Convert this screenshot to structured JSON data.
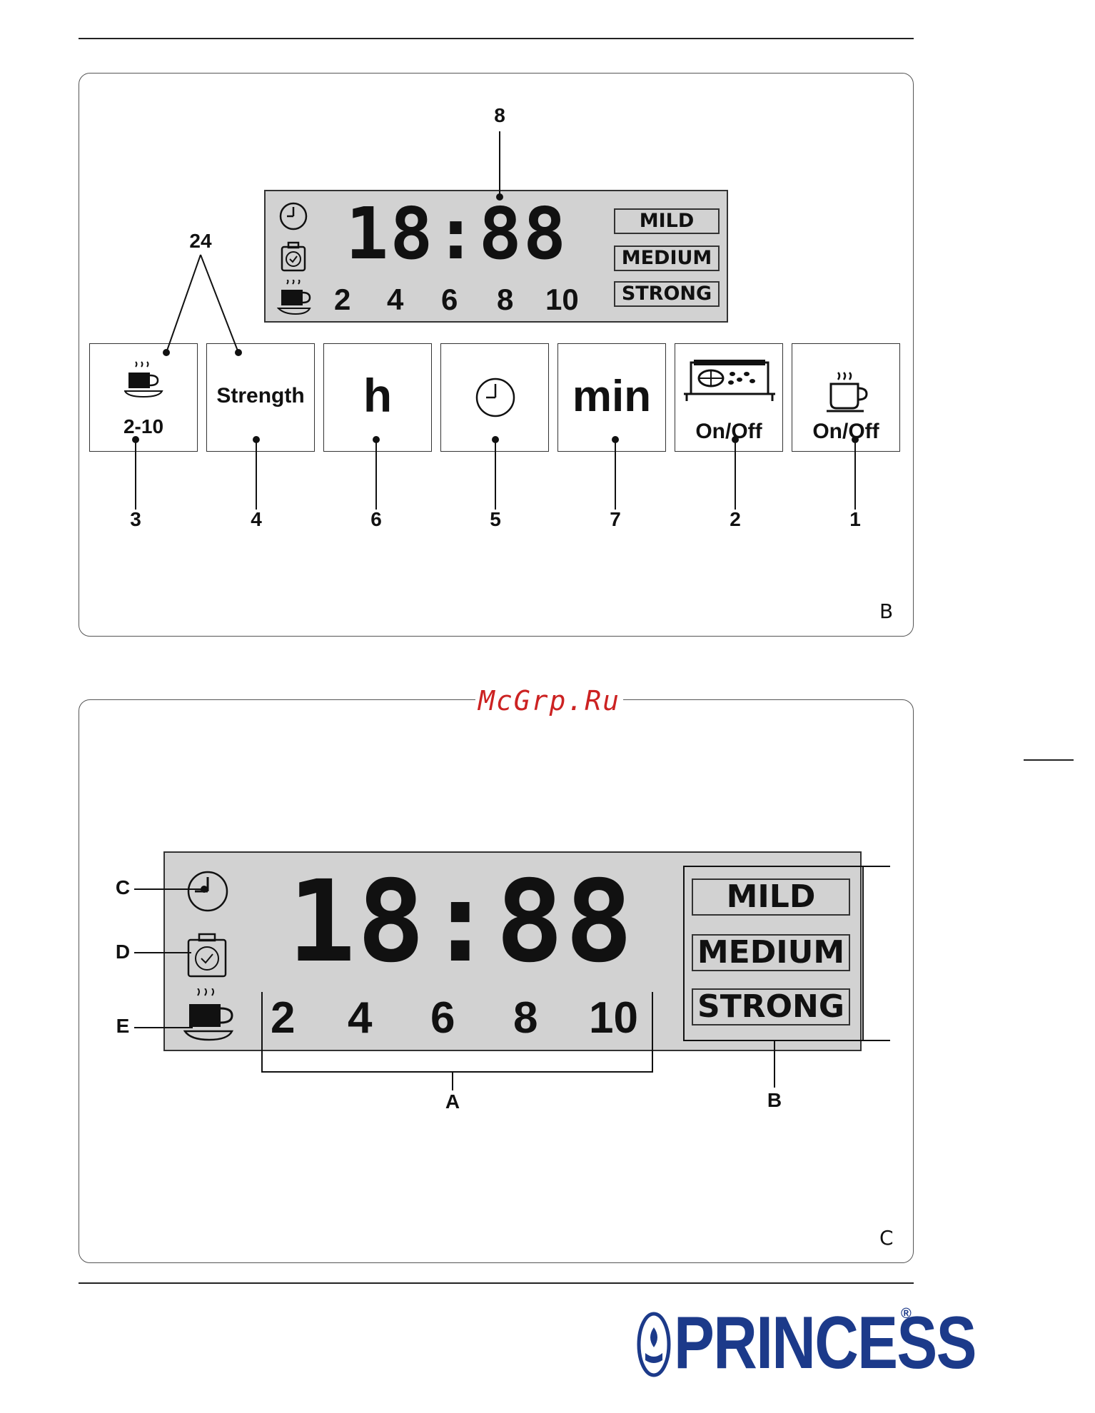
{
  "panel_b": {
    "letter": "B",
    "lcd": {
      "time": "18:88",
      "cups": [
        "2",
        "4",
        "6",
        "8",
        "10"
      ],
      "strengths": [
        "MILD",
        "MEDIUM",
        "STRONG"
      ]
    },
    "buttons": {
      "cups_label": "2-10",
      "strength_label": "Strength",
      "hour_label": "h",
      "minute_label": "min",
      "grinder_label": "On/Off",
      "power_label": "On/Off"
    },
    "callouts": {
      "display": "8",
      "pair": "24",
      "cups_button": "3",
      "strength_button": "4",
      "hour_button": "6",
      "clock_button": "5",
      "minute_button": "7",
      "grinder_button": "2",
      "power_button": "1"
    }
  },
  "watermark": "McGrp.Ru",
  "panel_c": {
    "letter": "C",
    "lcd": {
      "time": "18:88",
      "cups": [
        "2",
        "4",
        "6",
        "8",
        "10"
      ],
      "strengths": [
        "MILD",
        "MEDIUM",
        "STRONG"
      ]
    },
    "callouts": {
      "clock_icon": "C",
      "timer_icon": "D",
      "cup_icon": "E",
      "cup_numbers": "A",
      "strength_group": "B"
    }
  },
  "brand": {
    "logo_text": "PRINCESS",
    "registered": "®",
    "color": "#1c3a8a"
  },
  "icons": [
    "clock-icon",
    "timer-icon",
    "coffee-cup-icon",
    "grinder-icon",
    "mug-icon"
  ]
}
